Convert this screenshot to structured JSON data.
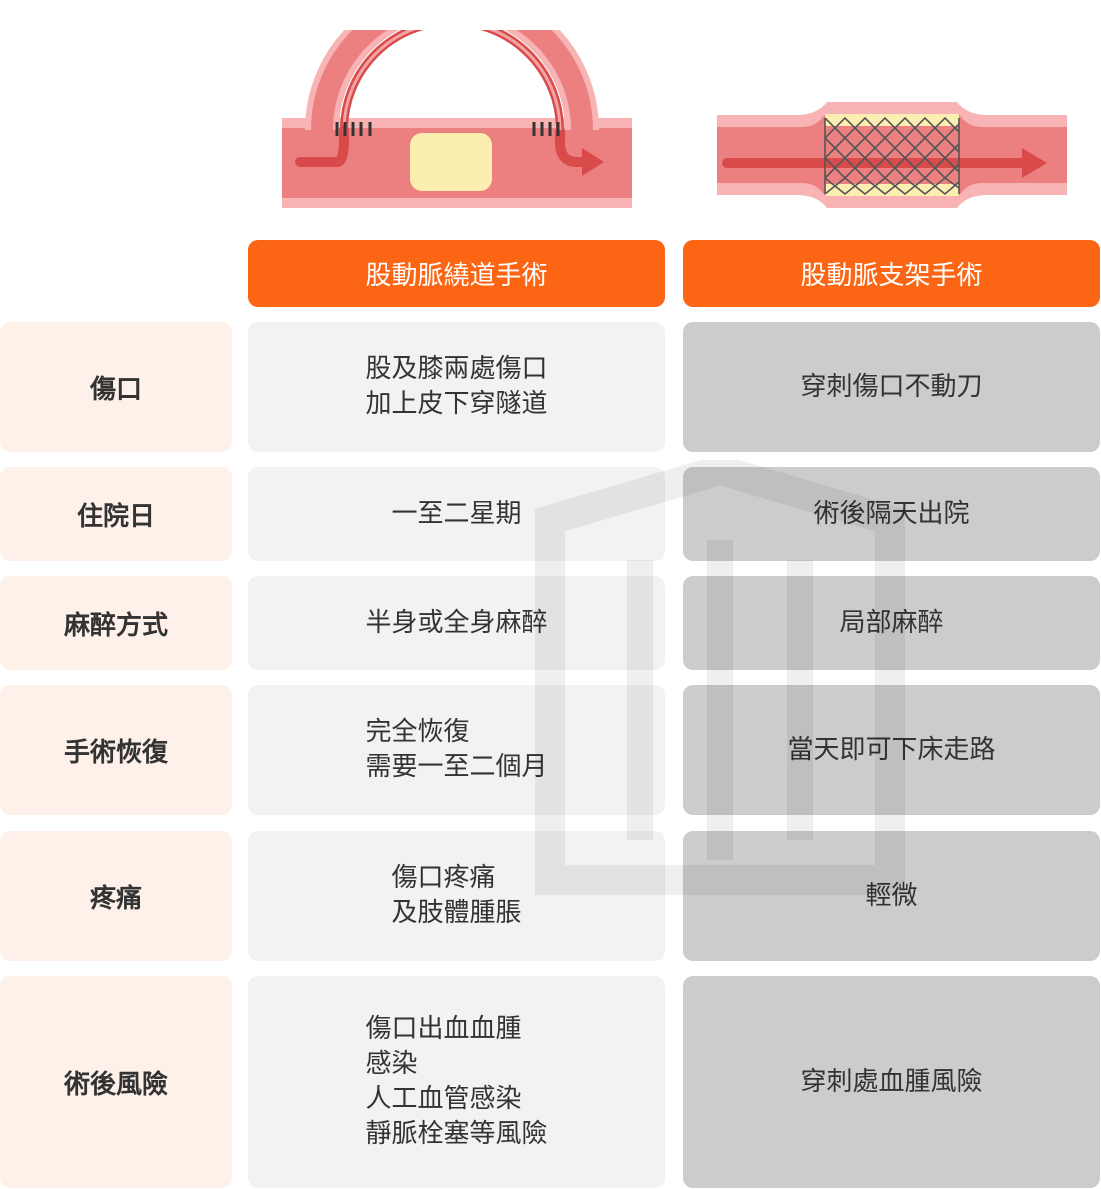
{
  "headers": [
    "股動脈繞道手術",
    "股動脈支架手術"
  ],
  "rows": [
    {
      "label": "傷口",
      "col1": [
        "股及膝兩處傷口",
        "加上皮下穿隧道"
      ],
      "col2": [
        "穿刺傷口不動刀"
      ]
    },
    {
      "label": "住院日",
      "col1": [
        "一至二星期"
      ],
      "col2": [
        "術後隔天出院"
      ]
    },
    {
      "label": "麻醉方式",
      "col1": [
        "半身或全身麻醉"
      ],
      "col2": [
        "局部麻醉"
      ]
    },
    {
      "label": "手術恢復",
      "col1": [
        "完全恢復",
        "需要一至二個月"
      ],
      "col2": [
        "當天即可下床走路"
      ]
    },
    {
      "label": "疼痛",
      "col1": [
        "傷口疼痛",
        "及肢體腫脹"
      ],
      "col2": [
        "輕微"
      ]
    },
    {
      "label": "術後風險",
      "col1": [
        "傷口出血血腫",
        "感染",
        "人工血管感染",
        "靜脈栓塞等風險"
      ],
      "col2": [
        "穿刺處血腫風險"
      ]
    }
  ],
  "colors": {
    "header": "#fb6514",
    "label_bg": "#fdf1ea",
    "col1_bg": "#f2f2f2",
    "col2_bg": "#cccccc",
    "vessel_outer": "#f8b4b4",
    "vessel_inner": "#ec8080",
    "flow": "#d94a4a",
    "plaque": "#fbeeb0"
  }
}
